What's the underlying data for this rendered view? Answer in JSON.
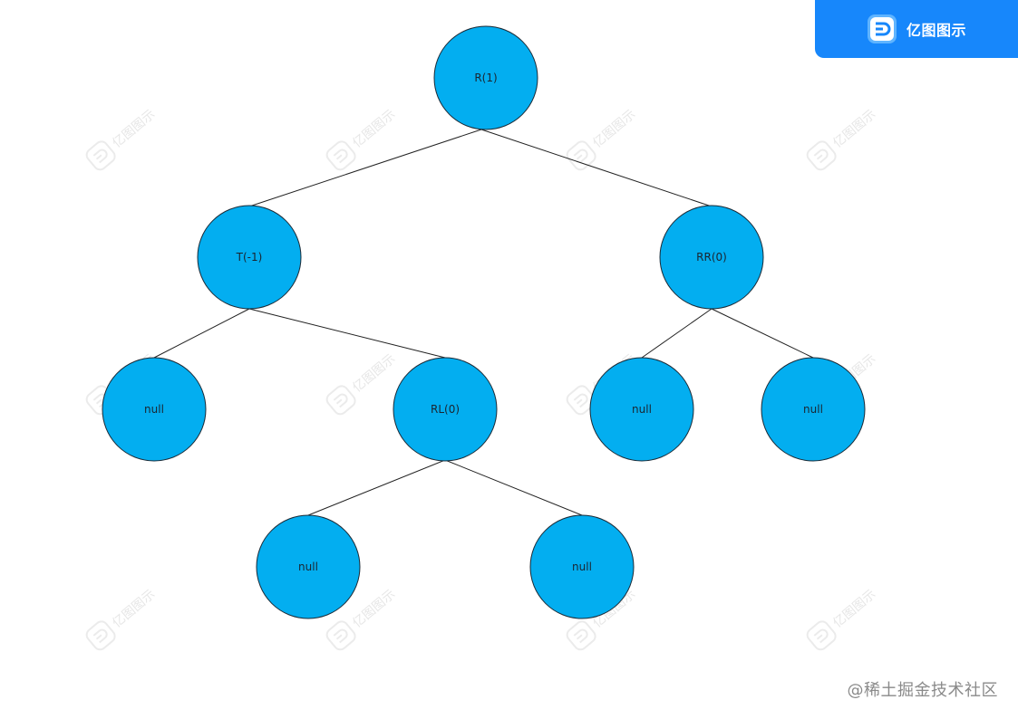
{
  "brand": {
    "name": "亿图图示",
    "logo_icon": "edraw-logo-icon",
    "badge_color": "#1787fb"
  },
  "watermark": {
    "text": "亿图图示",
    "icon": "edraw-watermark-icon"
  },
  "footer": {
    "credit": "@稀土掘金技术社区"
  },
  "colors": {
    "node_fill": "#03aef0",
    "node_stroke": "#1c2a36",
    "edge": "#222222"
  },
  "tree": {
    "nodes": [
      {
        "id": "n-r",
        "label": "R(1)"
      },
      {
        "id": "n-t",
        "label": "T(-1)"
      },
      {
        "id": "n-rr",
        "label": "RR(0)"
      },
      {
        "id": "n-t-left",
        "label": "null"
      },
      {
        "id": "n-rl",
        "label": "RL(0)"
      },
      {
        "id": "n-rr-left",
        "label": "null"
      },
      {
        "id": "n-rr-right",
        "label": "null"
      },
      {
        "id": "n-rl-left",
        "label": "null"
      },
      {
        "id": "n-rl-right",
        "label": "null"
      }
    ],
    "edges": [
      {
        "from": "n-r",
        "to": "n-t"
      },
      {
        "from": "n-r",
        "to": "n-rr"
      },
      {
        "from": "n-t",
        "to": "n-t-left"
      },
      {
        "from": "n-t",
        "to": "n-rl"
      },
      {
        "from": "n-rr",
        "to": "n-rr-left"
      },
      {
        "from": "n-rr",
        "to": "n-rr-right"
      },
      {
        "from": "n-rl",
        "to": "n-rl-left"
      },
      {
        "from": "n-rl",
        "to": "n-rl-right"
      }
    ]
  }
}
